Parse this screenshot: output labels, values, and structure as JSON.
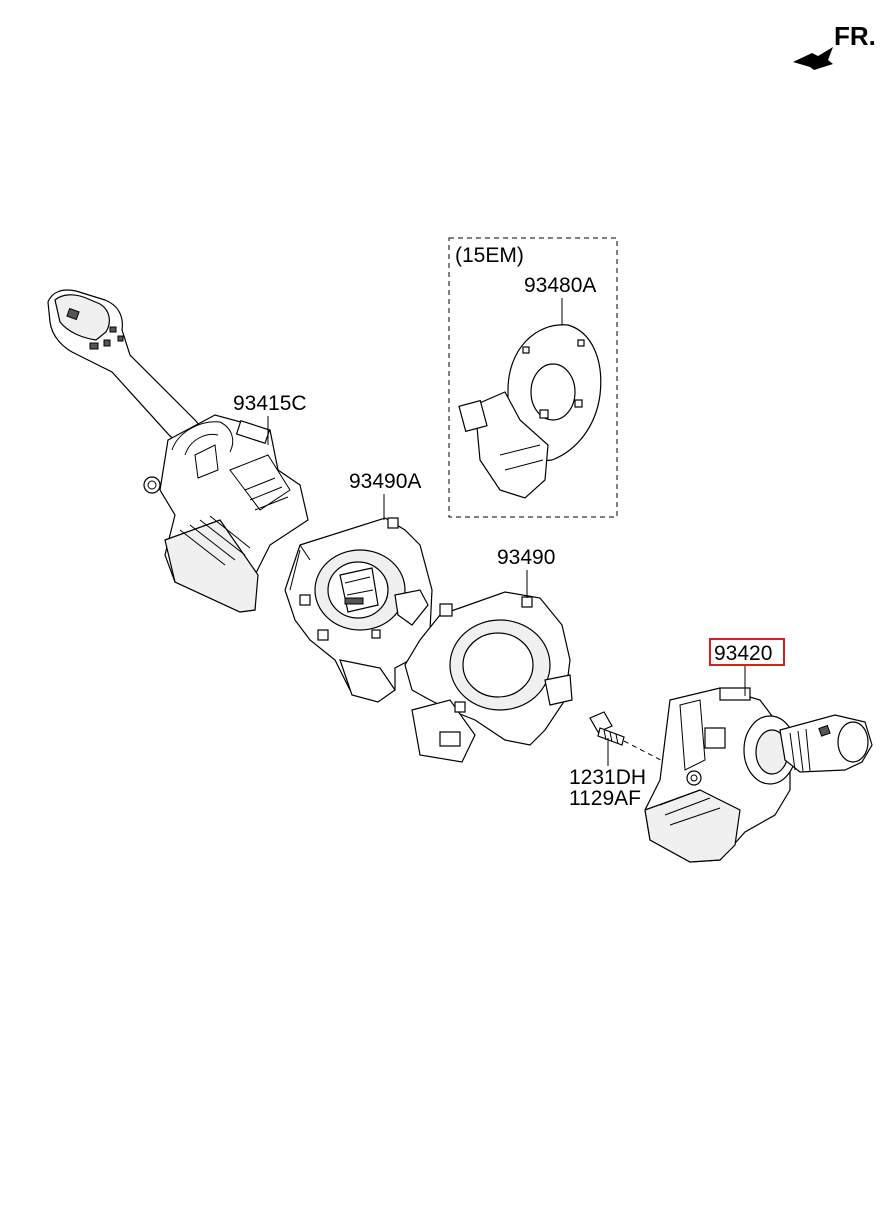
{
  "orientation": {
    "label": "FR."
  },
  "variant_box": {
    "label": "(15EM)"
  },
  "parts": {
    "p93415C": "93415C",
    "p93490A": "93490A",
    "p93480A": "93480A",
    "p93490": "93490",
    "p93420": "93420",
    "p1231DH": "1231DH",
    "p1129AF": "1129AF"
  },
  "highlight": {
    "part": "93420",
    "color": "#d42020"
  }
}
